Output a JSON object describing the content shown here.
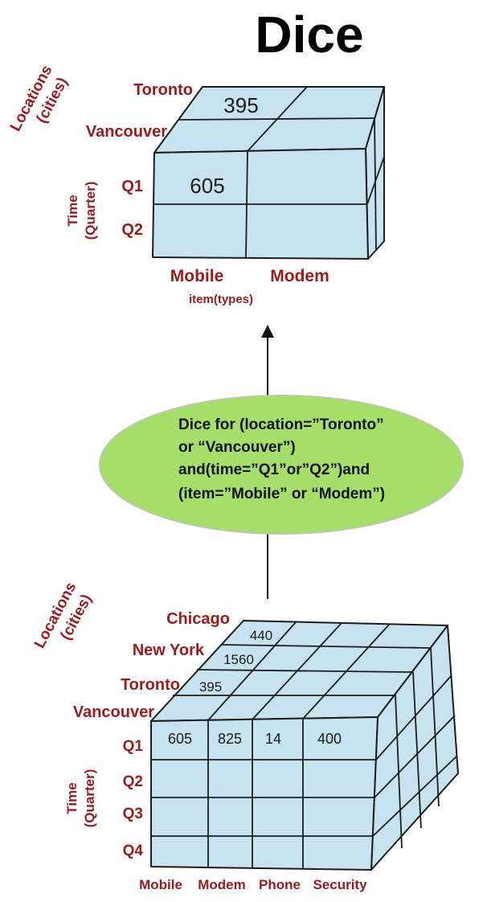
{
  "title": "Dice",
  "top_cube": {
    "location_axis_label": [
      "Locations",
      "(cities)"
    ],
    "time_axis_label": [
      "Time",
      "(Quarter)"
    ],
    "item_axis_label": "item(types)",
    "locations": [
      "Toronto",
      "Vancouver"
    ],
    "quarters": [
      "Q1",
      "Q2"
    ],
    "items": [
      "Mobile",
      "Modem"
    ],
    "top_value": "395",
    "front_value": "605"
  },
  "operation": {
    "lines": [
      "Dice for (location=”Toronto”",
      "or “Vancouver”)",
      "and(time=”Q1”or”Q2”)and",
      "(item=”Mobile” or “Modem”)"
    ],
    "ellipse_color": "#a6de6a"
  },
  "bottom_cube": {
    "location_axis_label": [
      "Locations",
      "(cities)"
    ],
    "time_axis_label": [
      "Time",
      "(Quarter)"
    ],
    "locations": [
      "Chicago",
      "New York",
      "Toronto",
      "Vancouver"
    ],
    "quarters": [
      "Q1",
      "Q2",
      "Q3",
      "Q4"
    ],
    "items": [
      "Mobile",
      "Modem",
      "Phone",
      "Security"
    ],
    "top_values": [
      "440",
      "1560",
      "395"
    ],
    "q1_values": [
      "605",
      "825",
      "14",
      "400"
    ]
  },
  "colors": {
    "cube_face": "#c6e3ef",
    "label_red": "#9b1b1b",
    "ellipse_green": "#a6de6a"
  }
}
